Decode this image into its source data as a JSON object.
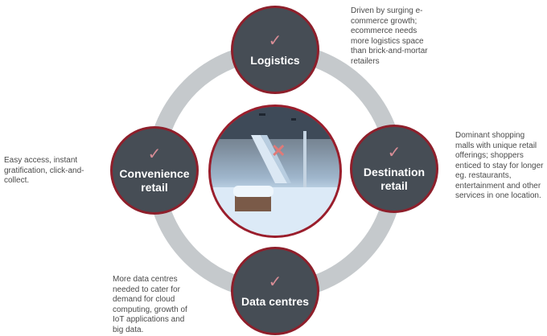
{
  "nodes": {
    "logistics": {
      "label": "Logistics",
      "icon": "check-icon",
      "check": "✓",
      "description": "Driven  by surging e-commerce  growth; ecommerce needs more logistics space than brick-and-mortar retailers"
    },
    "destination": {
      "label": "Destination retail",
      "icon": "check-icon",
      "check": "✓",
      "description": "Dominant shopping malls with unique retail offerings;  shoppers enticed to stay for longer eg. restaurants, entertainment  and other services in one location."
    },
    "data_centres": {
      "label": "Data centres",
      "icon": "check-icon",
      "check": "✓",
      "description": "More data centres needed  to cater for demand for cloud computing, growth  of IoT applications and big data."
    },
    "convenience": {
      "label": "Convenience retail",
      "icon": "check-icon",
      "check": "✓",
      "description": "Easy access, instant gratification, click-and-collect."
    }
  },
  "center": {
    "icon": "cross-icon",
    "mark": "✕"
  },
  "colors": {
    "node": "#464d55",
    "border": "#8e1f2b",
    "ring": "#c5c9cc",
    "check": "#d88d96"
  }
}
